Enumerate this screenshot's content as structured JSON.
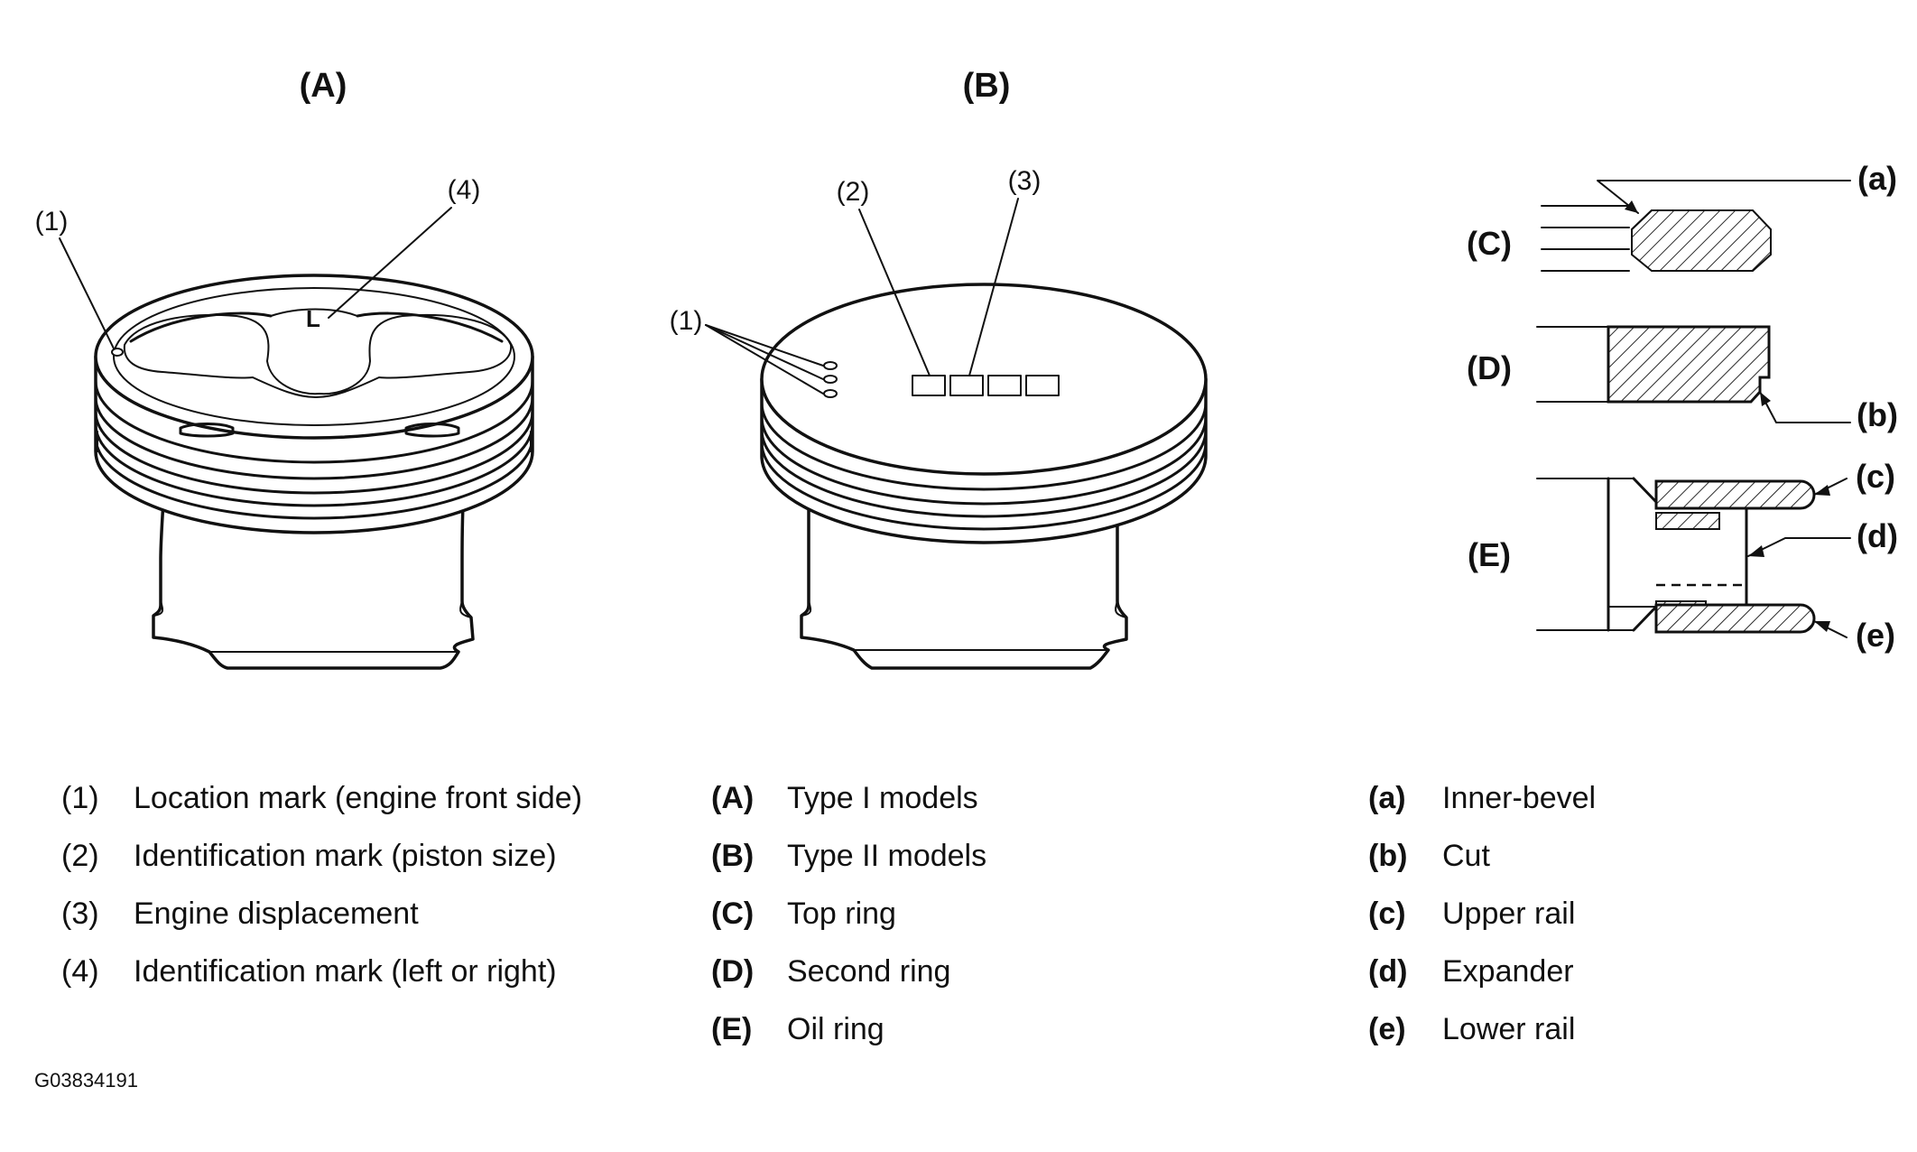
{
  "figure": {
    "piston_a": {
      "title": "(A)",
      "callouts": {
        "c1": "(1)",
        "c4": "(4)"
      },
      "id_letter": "L"
    },
    "piston_b": {
      "title": "(B)",
      "callouts": {
        "c1": "(1)",
        "c2": "(2)",
        "c3": "(3)"
      }
    },
    "rings": {
      "labels": {
        "C": "(C)",
        "D": "(D)",
        "E": "(E)"
      },
      "callouts": {
        "a": "(a)",
        "b": "(b)",
        "c": "(c)",
        "d": "(d)",
        "e": "(e)"
      }
    }
  },
  "legend": {
    "numbers": [
      {
        "key": "(1)",
        "text": "Location mark (engine front side)"
      },
      {
        "key": "(2)",
        "text": "Identification mark (piston size)"
      },
      {
        "key": "(3)",
        "text": "Engine displacement"
      },
      {
        "key": "(4)",
        "text": "Identification mark (left or right)"
      }
    ],
    "capitals": [
      {
        "key": "(A)",
        "text": "Type I models"
      },
      {
        "key": "(B)",
        "text": "Type II models"
      },
      {
        "key": "(C)",
        "text": "Top ring"
      },
      {
        "key": "(D)",
        "text": "Second ring"
      },
      {
        "key": "(E)",
        "text": "Oil ring"
      }
    ],
    "letters": [
      {
        "key": "(a)",
        "text": "Inner-bevel"
      },
      {
        "key": "(b)",
        "text": "Cut"
      },
      {
        "key": "(c)",
        "text": "Upper rail"
      },
      {
        "key": "(d)",
        "text": "Expander"
      },
      {
        "key": "(e)",
        "text": "Lower rail"
      }
    ]
  },
  "figure_code": "G03834191"
}
